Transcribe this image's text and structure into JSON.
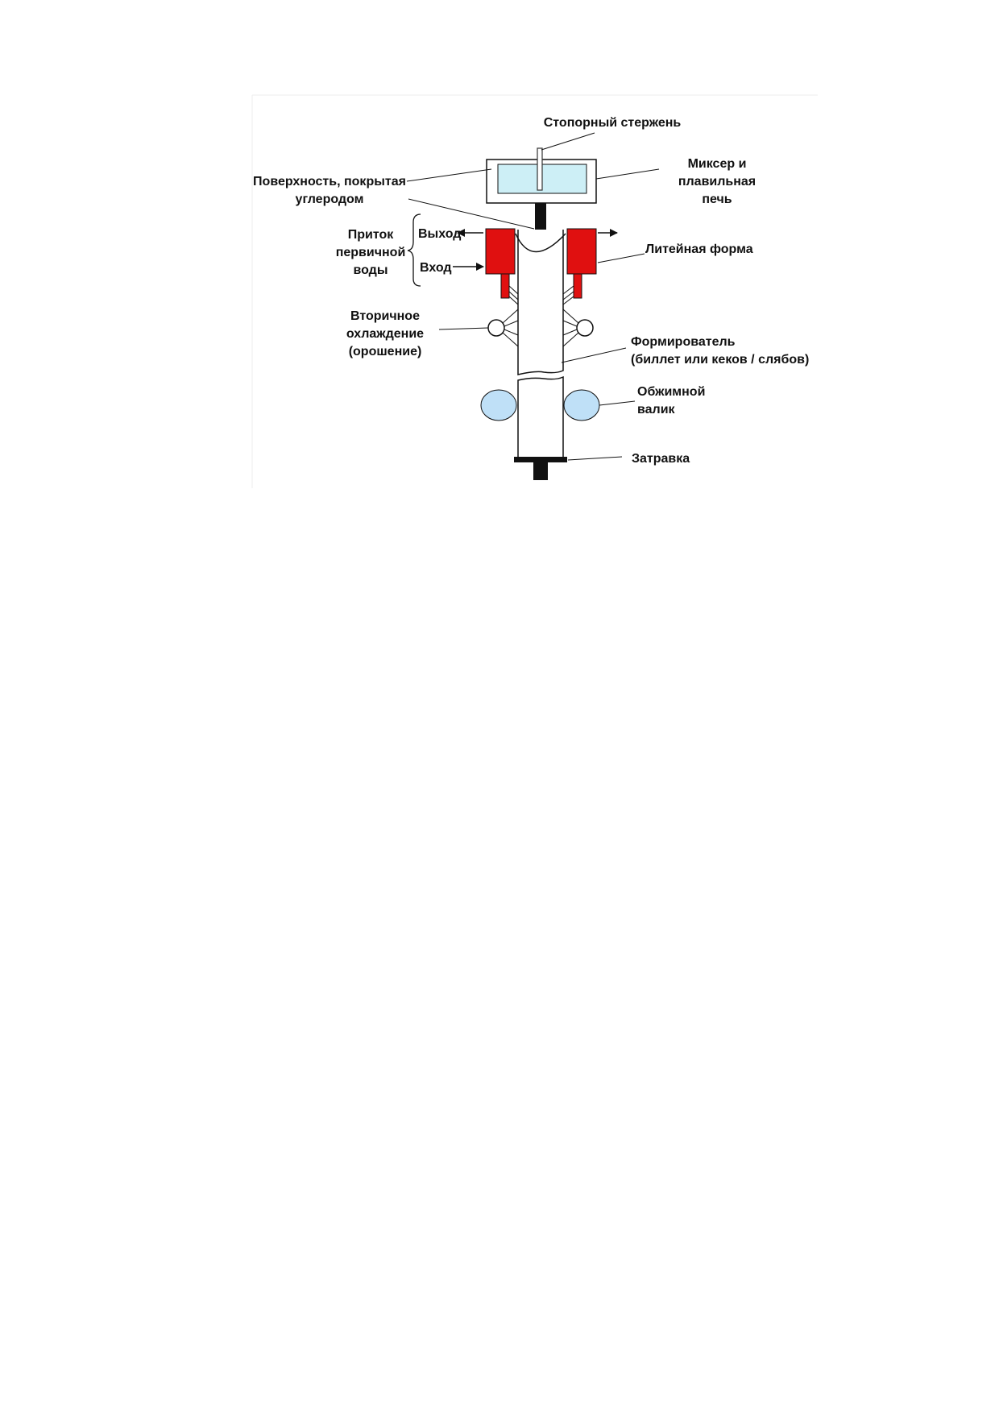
{
  "diagram": {
    "labels": {
      "stopper_rod": "Стопорный стержень",
      "mixer_l1": "Миксер и",
      "mixer_l2": "плавильная",
      "mixer_l3": "печь",
      "carbon_l1": "Поверхность, покрытая",
      "carbon_l2": "углеродом",
      "inflow_l1": "Приток",
      "inflow_l2": "первичной",
      "inflow_l3": "воды",
      "outlet": "Выход",
      "inlet": "Вход",
      "mold": "Литейная форма",
      "secondary_l1": "Вторичное",
      "secondary_l2": "охлаждение",
      "secondary_l3": "(орошение)",
      "former_l1": "Формирователь",
      "former_l2": "(биллет или кеков / слябов)",
      "pinch_l1": "Обжимной",
      "pinch_l2": "валик",
      "dummy_bar": "Затравка"
    },
    "colors": {
      "mold_red": "#e01010",
      "melt_blue": "#cdeff6",
      "roller_blue": "#bfe0f7",
      "line": "#111111"
    }
  }
}
